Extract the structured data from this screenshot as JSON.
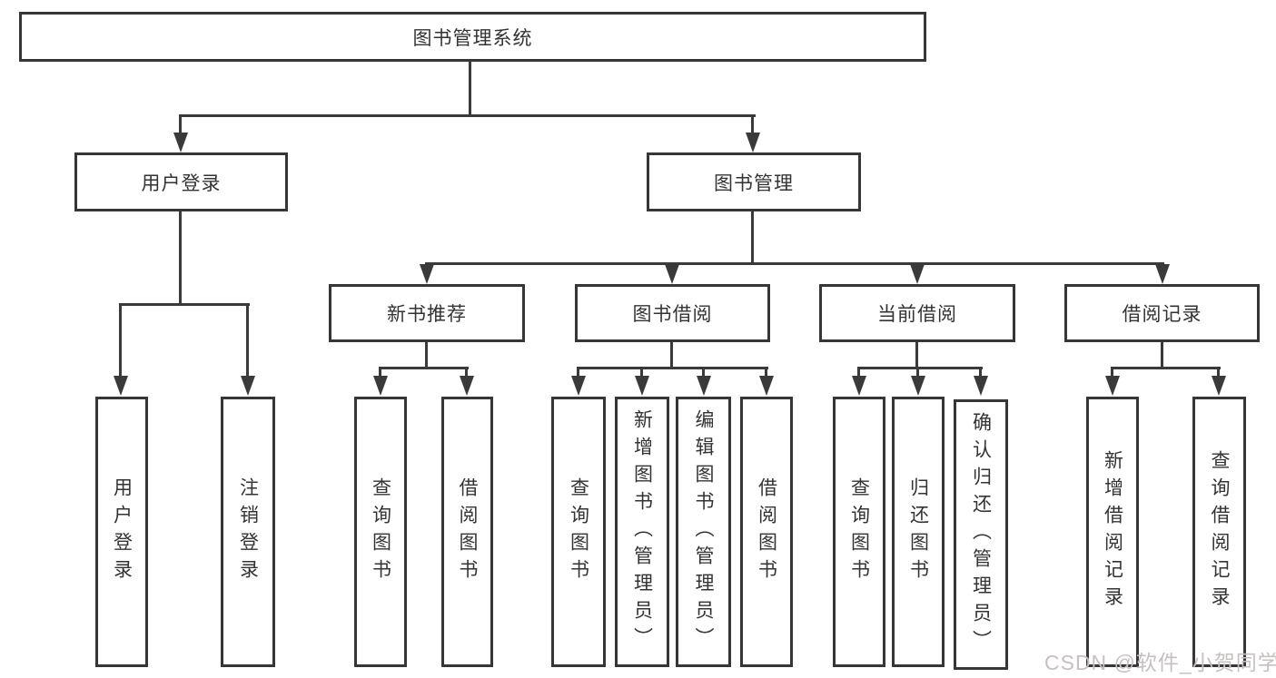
{
  "diagram": {
    "type": "hierarchy-tree",
    "root": {
      "label": "图书管理系统"
    },
    "level2": [
      {
        "id": "user-login",
        "label": "用户登录"
      },
      {
        "id": "book-management",
        "label": "图书管理"
      }
    ],
    "level3": [
      {
        "id": "new-book-recommend",
        "label": "新书推荐",
        "parent": "book-management"
      },
      {
        "id": "book-borrow",
        "label": "图书借阅",
        "parent": "book-management"
      },
      {
        "id": "current-borrow",
        "label": "当前借阅",
        "parent": "book-management"
      },
      {
        "id": "borrow-records",
        "label": "借阅记录",
        "parent": "book-management"
      }
    ],
    "leaves": {
      "user_login": [
        "用户登录",
        "注销登录"
      ],
      "new_book_recommend": [
        "查询图书",
        "借阅图书"
      ],
      "book_borrow": [
        "查询图书",
        "新增图书（管理员）",
        "编辑图书（管理员）",
        "借阅图书"
      ],
      "current_borrow": [
        "查询图书",
        "归还图书",
        "确认归还（管理员）"
      ],
      "borrow_records": [
        "新增借阅记录",
        "查询借阅记录"
      ]
    }
  },
  "watermark": {
    "text": "CSDN @软件_小贺同学",
    "color": "#c7c0c0"
  },
  "colors": {
    "line": "#3a3a3a",
    "box_border": "#363636",
    "text": "#333333",
    "background": "#ffffff"
  }
}
